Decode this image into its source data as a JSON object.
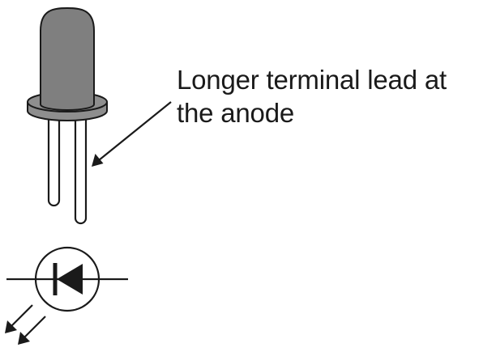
{
  "annotation": {
    "line1": "Longer terminal lead at",
    "line2": "the anode"
  },
  "colors": {
    "led_body": "#7f7f7f",
    "led_flange": "#8e8e8e",
    "outline": "#1a1a1a",
    "lead_fill": "#ffffff",
    "background": "#ffffff"
  },
  "icons": {
    "led_component": "led-illustration",
    "schematic_symbol": "led-schematic-symbol",
    "emission_arrows": "light-emission-arrows"
  }
}
